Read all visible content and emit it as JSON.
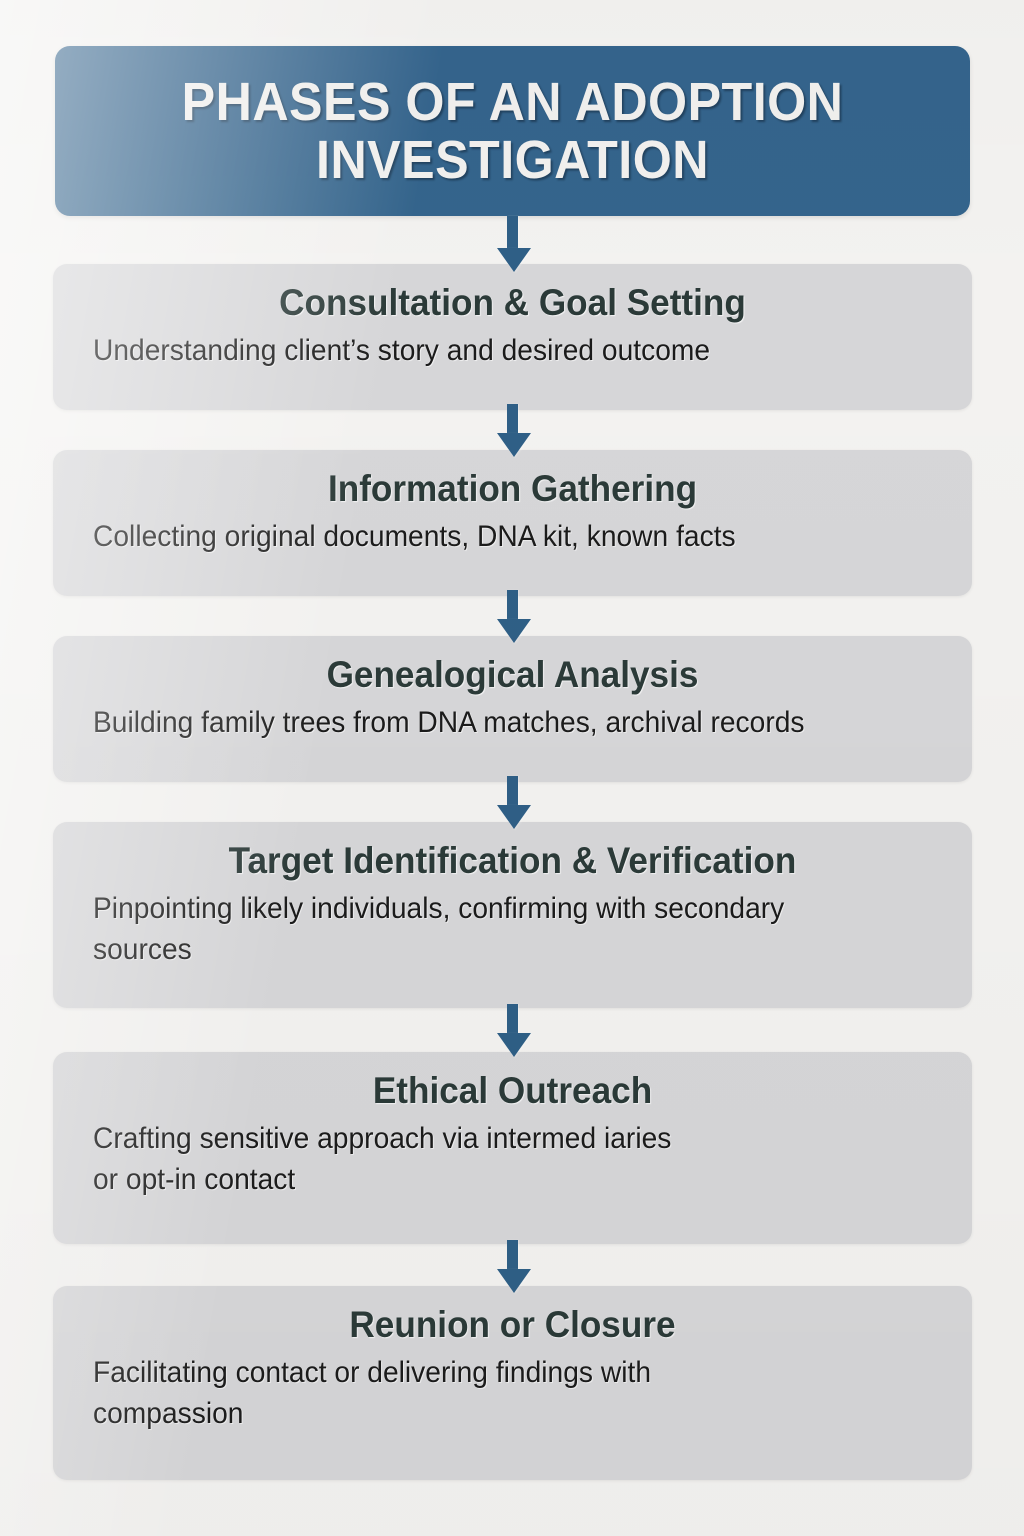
{
  "title": {
    "text": "PHASES OF AN ADOPTION INVESTIGATION"
  },
  "colors": {
    "banner_blue": "#34648c",
    "arrow_blue": "#2f5f86",
    "box_gray": "#d6d6d8",
    "page_background": "#f3f2f0",
    "heading_text": "#2b3a38",
    "body_text": "#1b1b1b",
    "title_text": "#f1f0ee"
  },
  "steps": [
    {
      "heading": "Consultation & Goal Setting",
      "description": "Understanding client’s story and desired outcome"
    },
    {
      "heading": "Information Gathering",
      "description": "Collecting original documents, DNA kit, known facts"
    },
    {
      "heading": "Genealogical Analysis",
      "description": "Building family trees from DNA matches, archival records"
    },
    {
      "heading": "Target Identification & Verification",
      "description": "Pinpointing likely individuals, confirming with secondary\nsources"
    },
    {
      "heading": "Ethical Outreach",
      "description": "Crafting sensitive approach via intermed iaries\nor opt-in contact"
    },
    {
      "heading": "Reunion or Closure",
      "description": "Facilitating contact or delivering findings with\ncompassion"
    }
  ]
}
